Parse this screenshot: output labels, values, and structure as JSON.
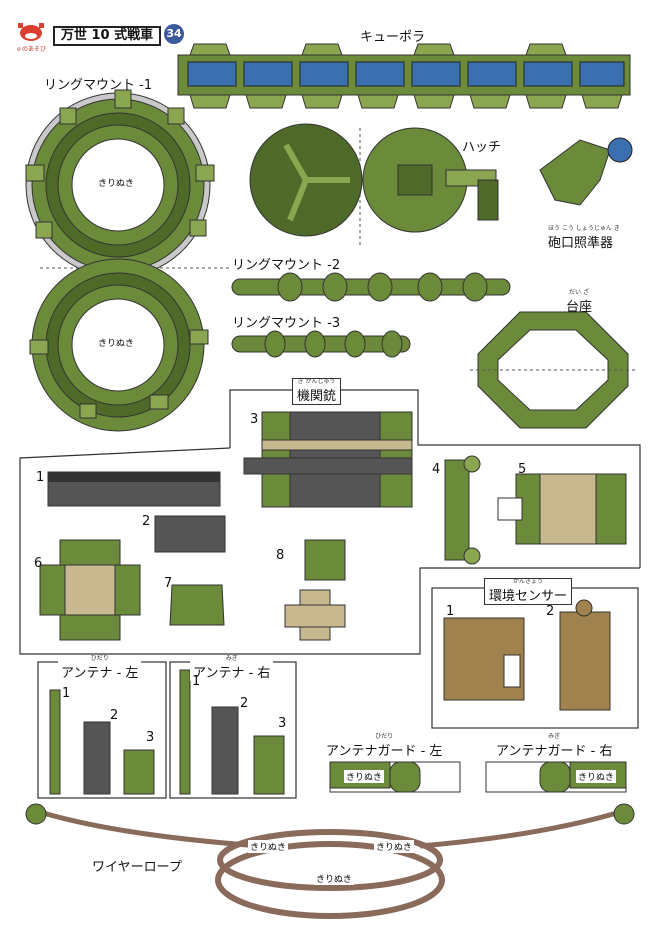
{
  "header": {
    "brand": "ｅのあそび",
    "title": "万世 10 式戦車",
    "page_number": "34"
  },
  "colors": {
    "olive": "#6b8a3a",
    "olive_dark": "#4f6a28",
    "olive_light": "#8aa650",
    "grey": "#555555",
    "tan": "#c8b88f",
    "blue": "#3c6fb0"
  },
  "parts": {
    "cupola": "キューポラ",
    "ring_mount_1": "リングマウント -1",
    "hatch": "ハッチ",
    "sight": {
      "label": "砲口照準器",
      "ruby": "ほう こう しょうじゅん き"
    },
    "ring_mount_2": "リングマウント -2",
    "ring_mount_3": "リングマウント -3",
    "pedestal": {
      "label": "台座",
      "ruby": "だい ざ"
    },
    "machine_gun": {
      "label": "機関銃",
      "ruby": "き かんじゅう"
    },
    "env_sensor": {
      "label": "環境センサー",
      "ruby": "かんきょう"
    },
    "antenna_left": {
      "label": "アンテナ - 左",
      "ruby": "ひだり"
    },
    "antenna_right": {
      "label": "アンテナ - 右",
      "ruby": "みぎ"
    },
    "antenna_guard_left": {
      "label": "アンテナガード - 左",
      "ruby": "ひだり"
    },
    "antenna_guard_right": {
      "label": "アンテナガード - 右",
      "ruby": "みぎ"
    },
    "wire_rope": "ワイヤーロープ",
    "cut_out": "きりぬき"
  },
  "numbers": {
    "n1": "1",
    "n2": "2",
    "n3": "3",
    "n4": "4",
    "n5": "5",
    "n6": "6",
    "n7": "7",
    "n8": "8"
  }
}
